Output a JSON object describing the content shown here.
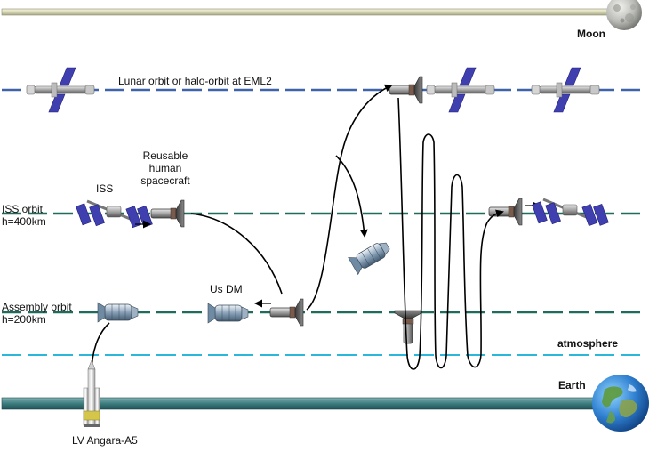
{
  "labels": {
    "moon": "Moon",
    "lunar_orbit": "Lunar orbit or  halo-orbit at EML2",
    "reusable_line1": "Reusable",
    "reusable_line2": "human",
    "reusable_line3": "spacecraft",
    "iss": "ISS",
    "iss_orbit_line1": "ISS orbit",
    "iss_orbit_line2": "h=400km",
    "us_dm": "Us DM",
    "assembly_orbit_line1": "Assembly orbit",
    "assembly_orbit_line2": "h=200km",
    "atmosphere": "atmosphere",
    "earth": "Earth",
    "launch_vehicle": "LV Angara-A5"
  },
  "colors": {
    "lunar_orbit_line": "#3f63a8",
    "iss_orbit_line": "#1f6b5c",
    "assembly_orbit_line": "#1f6b5c",
    "atmosphere_line": "#2ab7d9",
    "earth_band": "#3d7d80",
    "moon_band": "#d8d8b4",
    "solar_panel": "#3f3fb0",
    "trajectory": "#000000"
  },
  "icons": {
    "moon": "moon-icon",
    "earth": "earth-globe-icon",
    "station": "space-station-icon",
    "spacecraft": "reusable-spacecraft-icon",
    "space_tug": "space-tug-icon",
    "rocket": "rocket-icon"
  }
}
